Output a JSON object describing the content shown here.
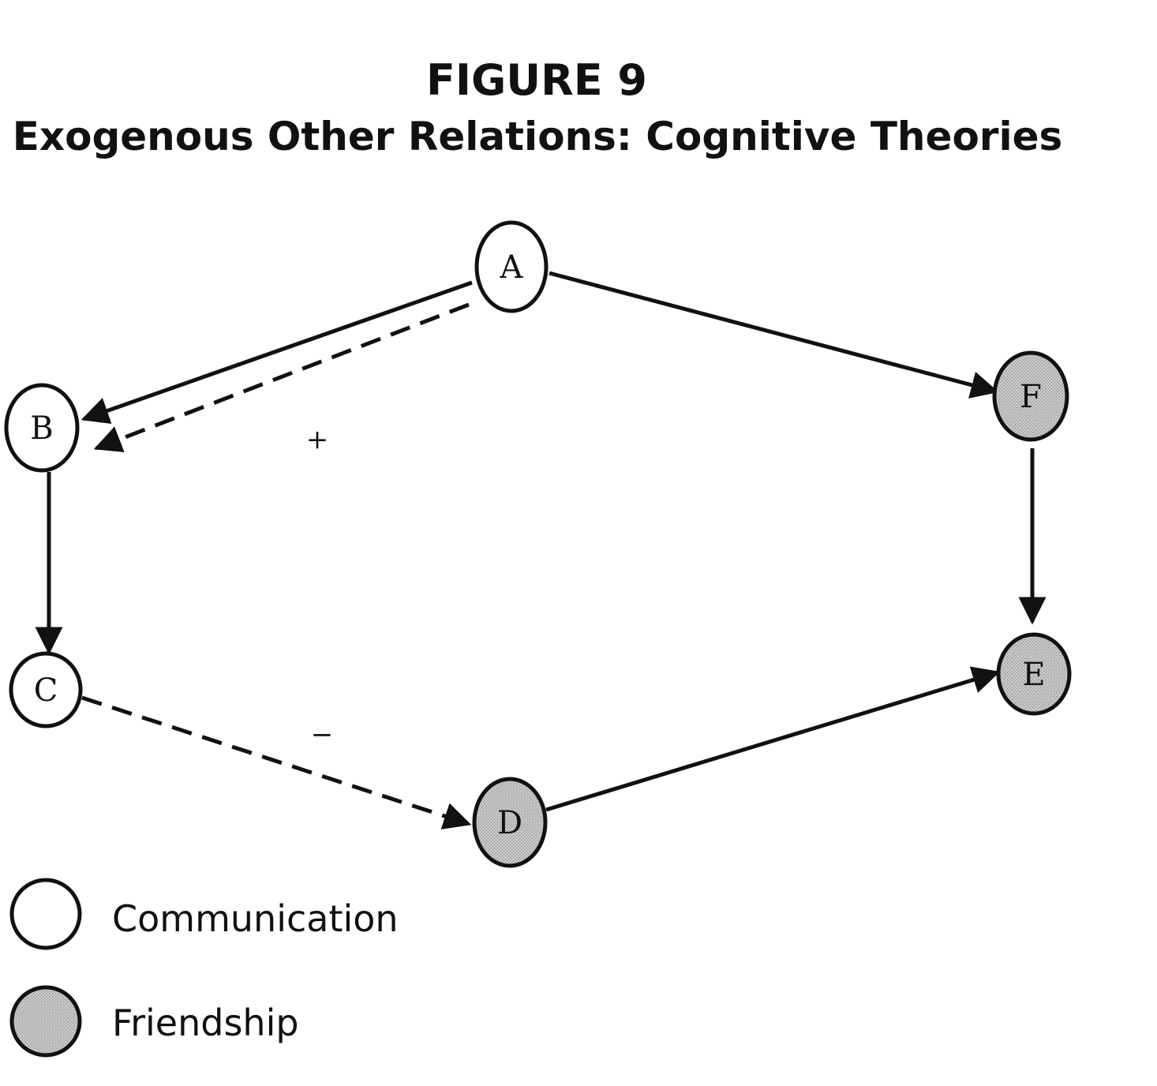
{
  "figure": {
    "title": "FIGURE 9",
    "subtitle": "Exogenous Other Relations: Cognitive Theories"
  },
  "nodes": [
    {
      "id": "A",
      "label": "A",
      "type": "communication"
    },
    {
      "id": "B",
      "label": "B",
      "type": "communication"
    },
    {
      "id": "C",
      "label": "C",
      "type": "communication"
    },
    {
      "id": "D",
      "label": "D",
      "type": "friendship"
    },
    {
      "id": "E",
      "label": "E",
      "type": "friendship"
    },
    {
      "id": "F",
      "label": "F",
      "type": "friendship"
    }
  ],
  "edges": [
    {
      "from": "A",
      "to": "B",
      "style": "solid"
    },
    {
      "from": "A",
      "to": "B",
      "style": "dashed",
      "sign": "+"
    },
    {
      "from": "A",
      "to": "F",
      "style": "solid"
    },
    {
      "from": "B",
      "to": "C",
      "style": "solid"
    },
    {
      "from": "C",
      "to": "D",
      "style": "dashed",
      "sign": "−"
    },
    {
      "from": "F",
      "to": "E",
      "style": "solid"
    },
    {
      "from": "D",
      "to": "E",
      "style": "solid"
    }
  ],
  "legend": {
    "communication_label": "Communication",
    "friendship_label": "Friendship"
  },
  "colors": {
    "communication_fill": "#ffffff",
    "friendship_fill": "#bdbdbd",
    "stroke": "#111111"
  }
}
